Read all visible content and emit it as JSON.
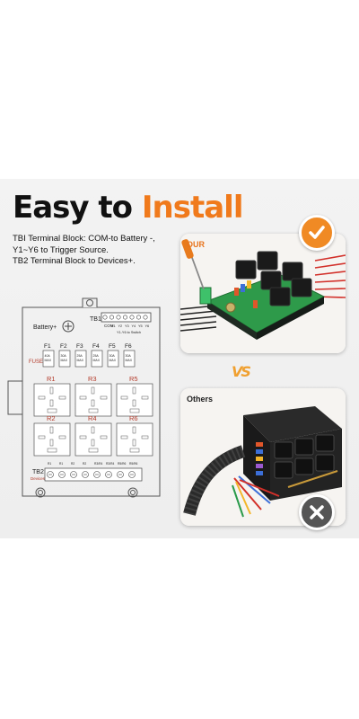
{
  "headline": {
    "part1": "Easy to",
    "part2": "Install"
  },
  "description": {
    "line1": "TBI Terminal Block: COM-to Battery -,",
    "line2": "Y1~Y6 to Trigger Source.",
    "line3": "TB2 Terminal Block to Devices+."
  },
  "schematic": {
    "battery_label": "Battery+",
    "tb1_label": "TB1",
    "com_label": "COM",
    "tb1_terminals": [
      "Y1",
      "Y2",
      "Y3",
      "Y4",
      "Y5",
      "Y6"
    ],
    "tb1_caption": "Y1-Y6 to Switch",
    "fuse_label": "FUSE",
    "fuses": [
      {
        "name": "F1",
        "rating": "40A MAX"
      },
      {
        "name": "F2",
        "rating": "30A MAX"
      },
      {
        "name": "F3",
        "rating": "25A MAX"
      },
      {
        "name": "F4",
        "rating": "25A MAX"
      },
      {
        "name": "F5",
        "rating": "30A MAX"
      },
      {
        "name": "F6",
        "rating": "30A MAX"
      }
    ],
    "relays": [
      "R1",
      "R3",
      "R5",
      "R2",
      "R4",
      "R6"
    ],
    "tb2_label": "TB2",
    "tb2_sub": "Devices",
    "tb2_terminals": [
      "R1",
      "R1",
      "R2",
      "R2",
      "R3/R4",
      "R3/R4",
      "R5/R6",
      "R5/R6"
    ]
  },
  "comparison": {
    "our_label": "OUR",
    "others_label": "Others",
    "vs_label": "VS"
  },
  "colors": {
    "accent": "#f07a1c",
    "relay_red": "#b33a2a",
    "board_green": "#2e9a4a"
  },
  "icons": [
    "checkmark-icon",
    "x-mark-icon",
    "screwdriver-icon"
  ]
}
